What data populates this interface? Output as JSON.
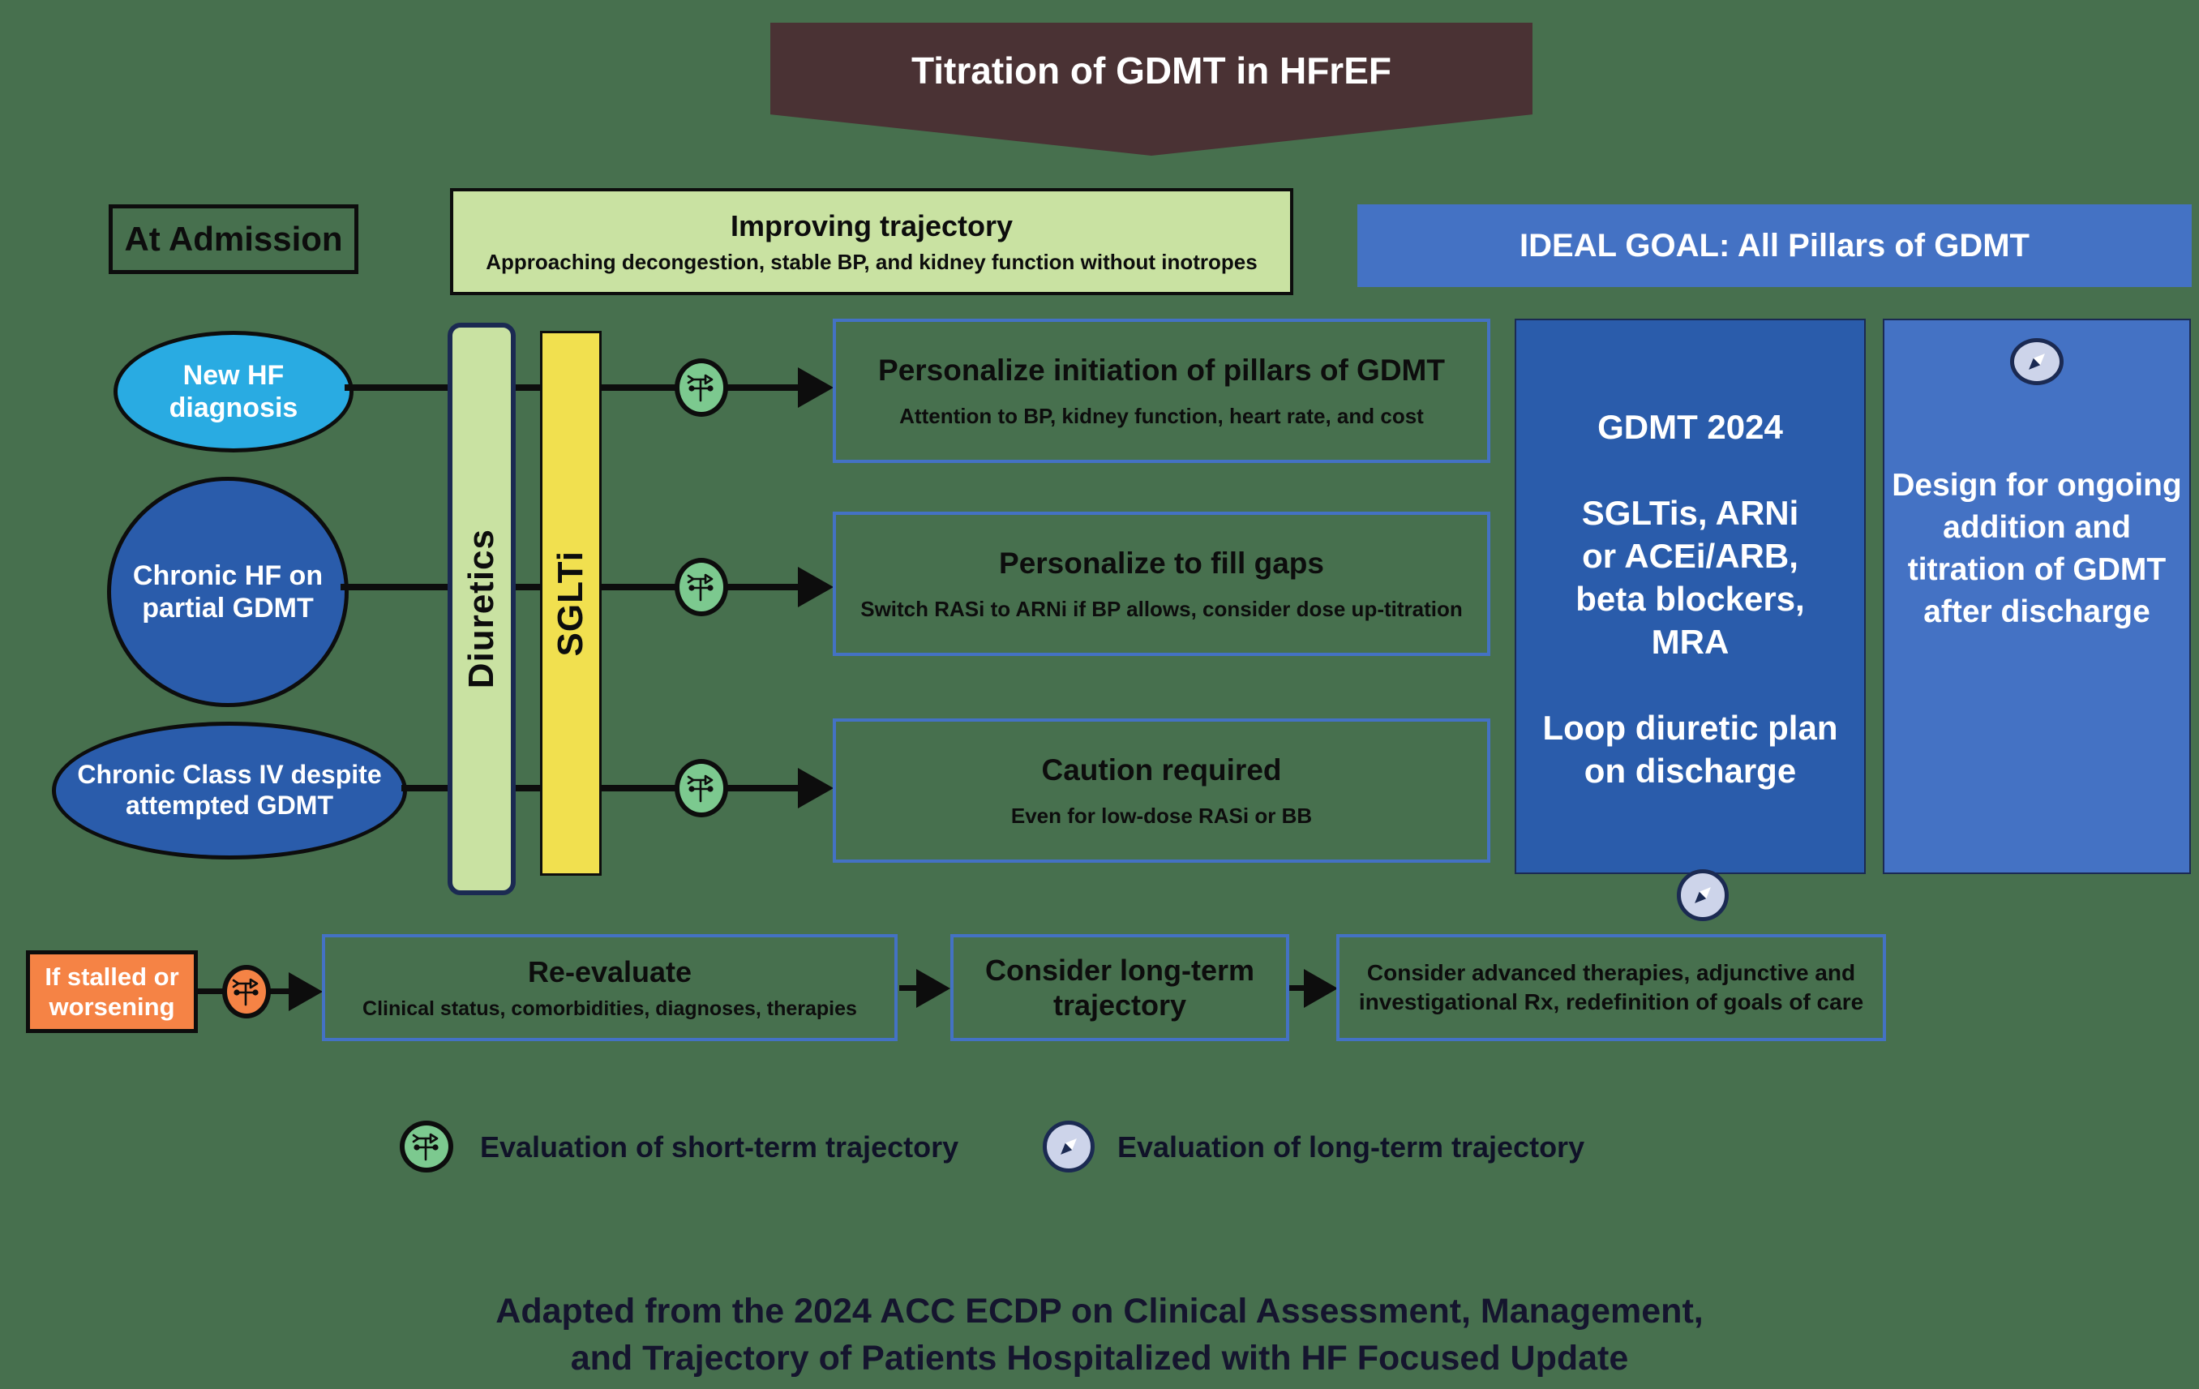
{
  "title_banner": {
    "label": "Titration of GDMT in HFrEF"
  },
  "at_admission": {
    "label": "At Admission"
  },
  "improving": {
    "title": "Improving trajectory",
    "subtitle": "Approaching decongestion, stable BP, and kidney function without inotropes"
  },
  "ideal_goal": {
    "label": "IDEAL GOAL: All Pillars of GDMT"
  },
  "entry_nodes": [
    {
      "label": "New HF\ndiagnosis"
    },
    {
      "label": "Chronic HF on\npartial GDMT"
    },
    {
      "label": "Chronic Class IV despite\nattempted GDMT"
    }
  ],
  "bars": {
    "diuretics": "Diuretics",
    "sglti": "SGLTi"
  },
  "pathway_boxes": [
    {
      "title": "Personalize initiation of pillars of GDMT",
      "subtitle": "Attention to BP, kidney function, heart rate, and cost"
    },
    {
      "title": "Personalize to fill gaps",
      "subtitle": "Switch RASi to ARNi if BP allows, consider dose up-titration"
    },
    {
      "title": "Caution required",
      "subtitle": "Even for low-dose RASi or BB"
    }
  ],
  "gdmt_box": {
    "text": "GDMT 2024\n\nSGLTis, ARNi\nor ACEi/ARB,\nbeta blockers,\nMRA\n\nLoop diuretic plan\non discharge"
  },
  "design_box": {
    "text": "Design for ongoing\naddition and\ntitration of GDMT\nafter discharge"
  },
  "stalled": {
    "label": "If stalled or\nworsening"
  },
  "reevaluate": {
    "title": "Re-evaluate",
    "subtitle": "Clinical status, comorbidities, diagnoses, therapies"
  },
  "long_term_box": {
    "label": "Consider long-term\ntrajectory"
  },
  "advanced_box": {
    "label": "Consider advanced therapies, adjunctive and\ninvestigational Rx, redefinition of goals of care"
  },
  "legend": {
    "short_term": "Evaluation of short-term trajectory",
    "long_term": "Evaluation of long-term trajectory"
  },
  "footer": {
    "text": "Adapted from the 2024 ACC ECDP on Clinical Assessment, Management,\nand Trajectory of Patients Hospitalized with HF Focused Update"
  },
  "colors": {
    "background": "#47704E",
    "title_banner": "#4A3234",
    "light_green": "#C9E2A2",
    "yellow": "#F1E04F",
    "light_blue": "#29ABE2",
    "dark_blue": "#2A5CAB",
    "mid_blue": "#4472C4",
    "orange": "#F58345",
    "icon_green": "#7CC98F",
    "compass_fill": "#CDD4EA",
    "navy": "#1B2A52"
  }
}
